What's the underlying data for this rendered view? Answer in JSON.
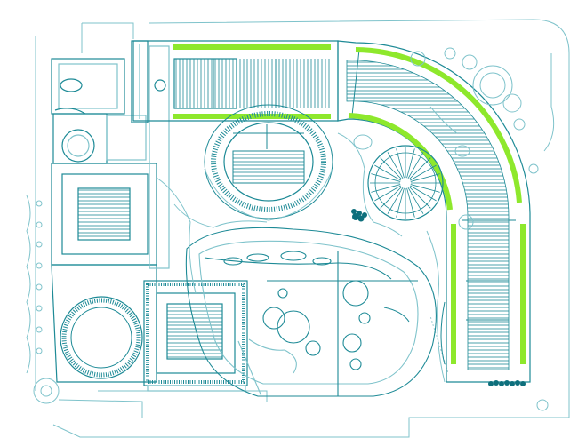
{
  "drawing": {
    "type": "landscape site plan",
    "text_labels": [],
    "colors": {
      "background": "#ffffff",
      "linework": "#1d8a96",
      "linework_light": "#7fc3cb",
      "accent_planting": "#8ee82c",
      "shrub_cluster": "#0e6f7c"
    },
    "hatch_blocks": 6,
    "features": [
      "curved-boardwalk",
      "stair-blocks",
      "circular-amphitheater",
      "radial-pavilion",
      "oval-garden-island",
      "circular-plaza",
      "pond-loops",
      "shrub-clusters"
    ]
  }
}
